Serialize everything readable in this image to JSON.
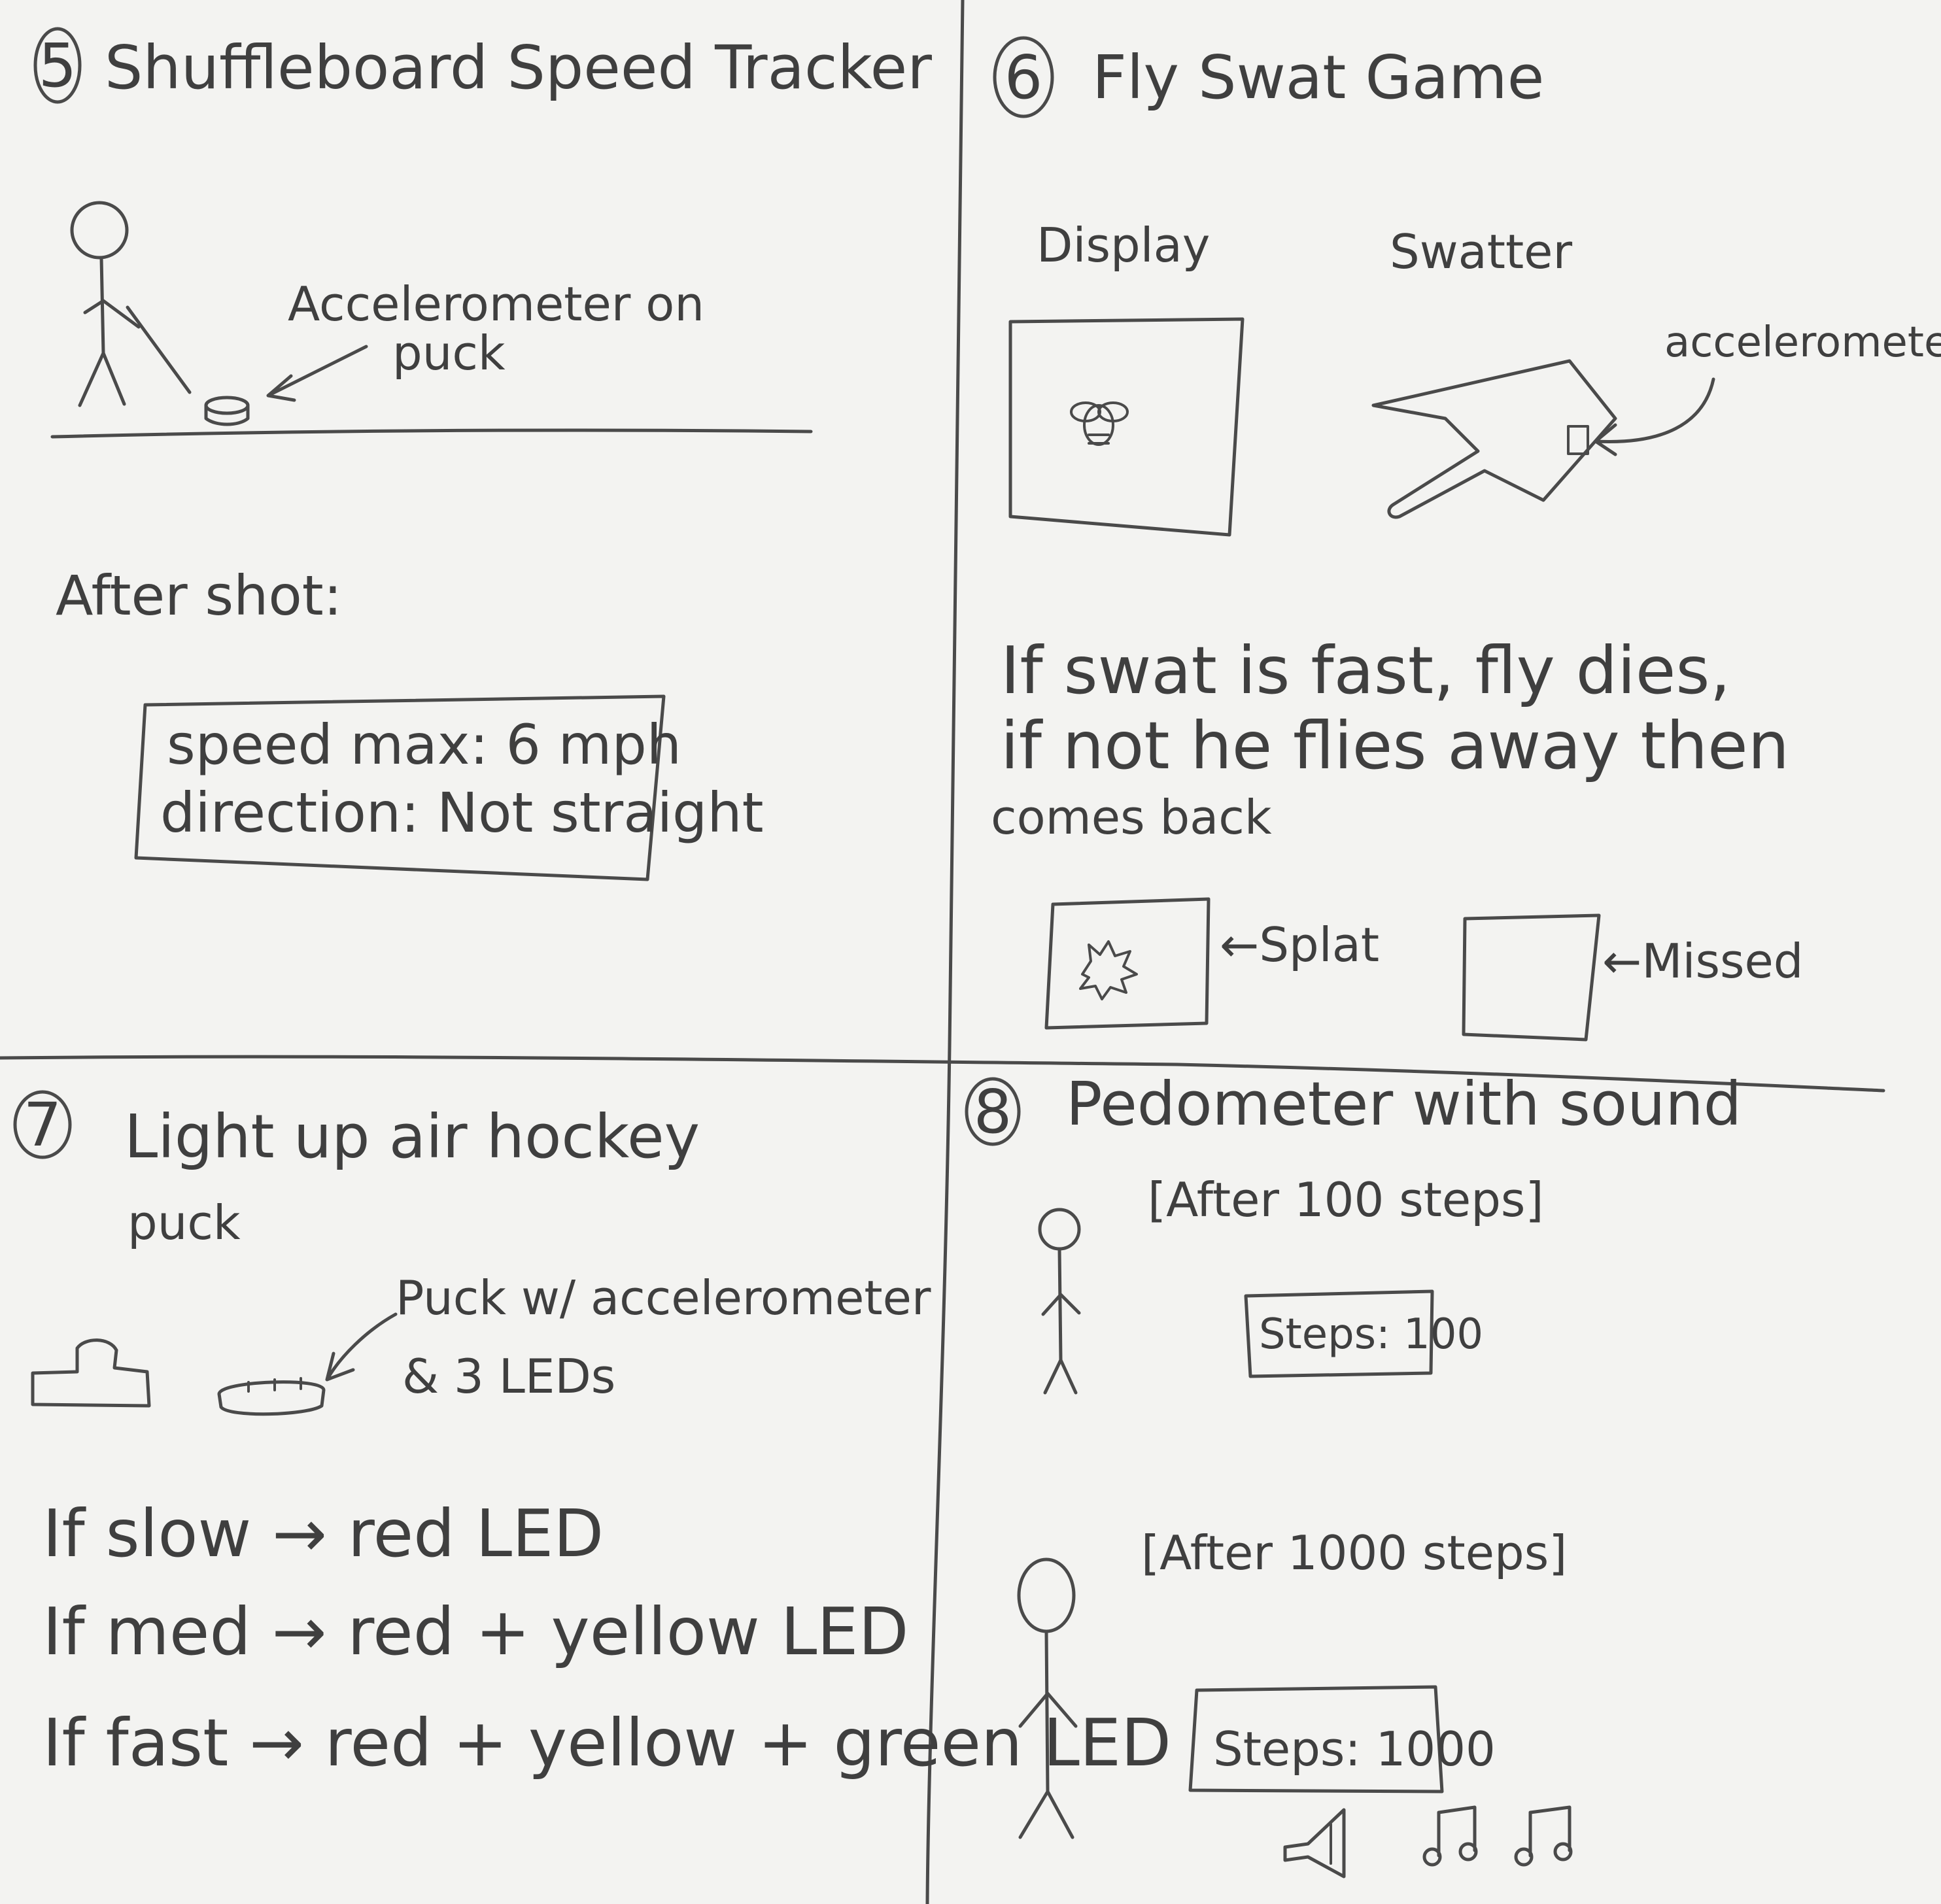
{
  "panel5": {
    "number": "5",
    "title": "Shuffleboard Speed Tracker",
    "accel_label_1": "Accelerometer on",
    "accel_label_2": "puck",
    "after_shot": "After shot:",
    "speed_line": "speed max: 6 mph",
    "direction_line": "direction: Not straight"
  },
  "panel6": {
    "number": "6",
    "title": "Fly Swat Game",
    "display_label": "Display",
    "swatter_label": "Swatter",
    "accel_label": "accelerometer",
    "rule_line_1": "If swat is fast, fly dies,",
    "rule_line_2": "if not he flies away then",
    "rule_line_3": "comes back",
    "splat_label": "←Splat",
    "missed_label": "←Missed"
  },
  "panel7": {
    "number": "7",
    "title_line_1": "Light up air hockey",
    "title_line_2": "puck",
    "puck_label_1": "Puck w/ accelerometer",
    "puck_label_2": "& 3 LEDs",
    "rule_slow": "If slow → red LED",
    "rule_med": "If med → red + yellow LED",
    "rule_fast": "If fast → red + yellow + green LED"
  },
  "panel8": {
    "number": "8",
    "title": "Pedometer with sound",
    "after_100": "[After 100 steps]",
    "steps_100": "Steps: 100",
    "after_1000": "[After 1000 steps]",
    "steps_1000": "Steps: 1000"
  }
}
